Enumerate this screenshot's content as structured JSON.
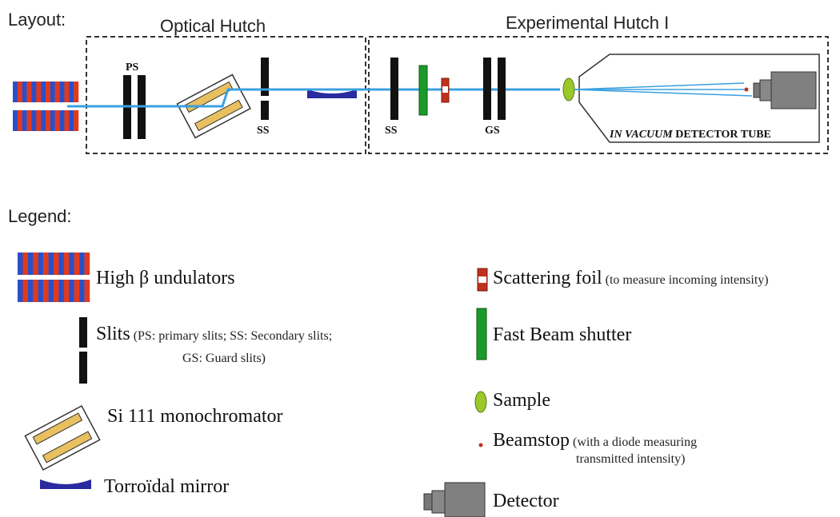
{
  "layout_title": "Layout:",
  "optical_hutch": "Optical Hutch",
  "experimental_hutch": "Experimental Hutch I",
  "label_ps": "PS",
  "label_ss_optical": "SS",
  "label_ss_exp": "SS",
  "label_gs": "GS",
  "detector_tube": {
    "italic": "IN VACUUM",
    "rest": " DETECTOR TUBE"
  },
  "legend_title": "Legend:",
  "legend": {
    "undulators": "High β undulators",
    "slits_main": "Slits",
    "slits_note1": "(PS: primary slits; SS: Secondary slits;",
    "slits_note2": "GS: Guard slits)",
    "monochromator": "Si 111 monochromator",
    "mirror": "Torroïdal mirror",
    "scattering_foil_main": "Scattering foil",
    "scattering_foil_note": "(to measure incoming intensity)",
    "shutter": "Fast Beam shutter",
    "sample": "Sample",
    "beamstop_main": "Beamstop",
    "beamstop_note1": "(with a diode measuring",
    "beamstop_note2": "transmitted intensity)",
    "detector": "Detector"
  },
  "colors": {
    "beam": "#3aa0e0",
    "undulator_red": "#e03a1e",
    "undulator_blue": "#2a4fc8",
    "crystal": "#e8c060",
    "mirror": "#2a2aa0",
    "shutter": "#1a9a2a",
    "foil": "#c0321e",
    "sample": "#9ac82a",
    "detector": "#808080"
  }
}
